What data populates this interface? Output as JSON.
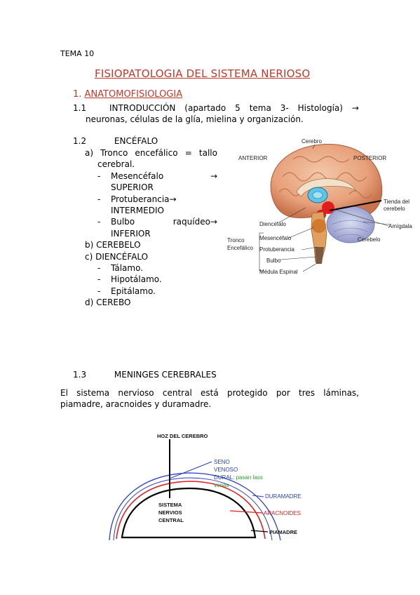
{
  "header": {
    "tema": "TEMA 10"
  },
  "title": "FISIOPATOLOGIA DEL SISTEMA NERIOSO",
  "section1": {
    "number": "1.",
    "label": "ANATOMOFISIOLOGIA"
  },
  "s11": {
    "num": "1.1",
    "line1_parts": [
      "INTRODUCCIÓN",
      "(apartado",
      "5",
      "tema",
      "3-",
      "Histología)",
      "→"
    ],
    "line2": "neuronas, células de la glía, mielina y organización."
  },
  "s12": {
    "num": "1.2",
    "label": "ENCÉFALO",
    "a_line1_parts": [
      "a)",
      "Tronco",
      "encefálico",
      "=",
      "tallo"
    ],
    "a_line2": "cerebral.",
    "items": [
      {
        "dash": "-",
        "l1a": "Mesencéfalo",
        "l1b": "→",
        "l2": "SUPERIOR"
      },
      {
        "dash": "-",
        "l1a": "Protuberancia→",
        "l1b": "",
        "l2": "INTERMEDIO"
      },
      {
        "dash": "-",
        "l1a": "Bulbo",
        "l1b": "raquídeo→",
        "l2": "INFERIOR"
      }
    ],
    "b": "b)  CEREBELO",
    "c": "c)  DIENCÉFALO",
    "c_items": [
      "Tálamo.",
      "Hipotálamo.",
      "Epitálamo."
    ],
    "d": "d)  CEREBO"
  },
  "brain_figure": {
    "labels": {
      "cerebro": "Cerebro",
      "anterior": "ANTERIOR",
      "posterior": "POSTERIOR",
      "tienda1": "Tienda del",
      "tienda2": "cerebelo",
      "amigdala": "Amígdala",
      "diencefalo": "Diencéfalo",
      "tronco1": "Tronco",
      "tronco2": "Encefálico",
      "mesencefalo": "Mesencéfalo",
      "protuberancia": "Protuberancia",
      "bulbo": "Bulbo",
      "medula": "Médula Espinal",
      "cerebelo": "Cerebelo"
    }
  },
  "s13": {
    "num": "1.3",
    "label": "MENINGES CEREBRALES",
    "p_line1_parts": [
      "El",
      "sistema",
      "nervioso",
      "central",
      "está",
      "protegido",
      "por",
      "tres",
      "láminas,"
    ],
    "p_line2": "piamadre, aracnoides y duramadre."
  },
  "meninges_figure": {
    "hoz": "HOZ DEL CEREBRO",
    "seno1": "SENO",
    "seno2": "VENOSO",
    "seno3": "DURAL:",
    "seno3b": "pasan lass",
    "seno4": "venas",
    "duramadre": "DURAMADRE",
    "aracnoides": "ARACNOIDES",
    "piamadre": "PIAMADRE",
    "snc1": "SISTEMA",
    "snc2": "NERVIOS",
    "snc3": "CENTRAL",
    "colors": {
      "dura": "#2b3fbf",
      "aracnoides": "#e02020",
      "pia": "#000000",
      "green": "#2a9d2a"
    }
  }
}
